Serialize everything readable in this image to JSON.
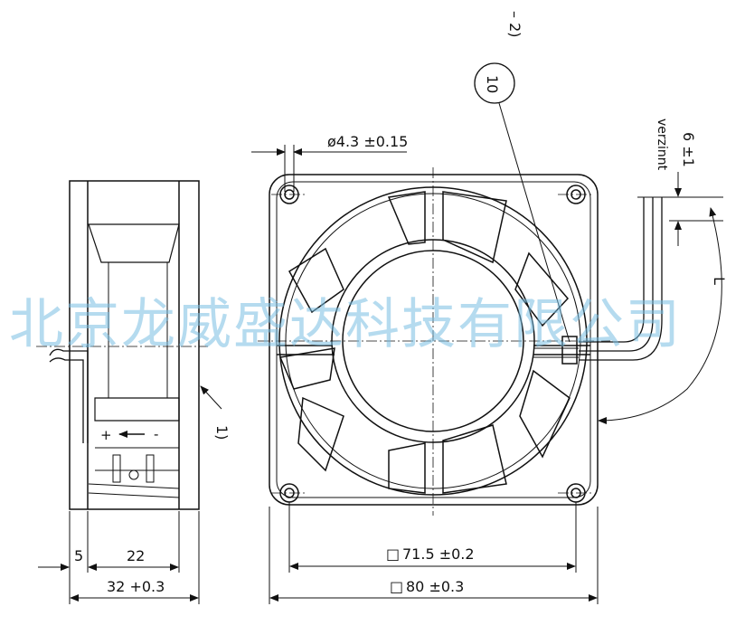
{
  "labels": {
    "hole_dia": "ø4.3 ±0.15",
    "callout_10": "10",
    "callout_2": "– 2)",
    "callout_1": "1)",
    "wire_strip": "6 ±1",
    "tin_note": "verzinnt",
    "lead_length": "L",
    "hole_spacing": "71.5 ±0.2",
    "outer_size": "80 ±0.3",
    "depth_total": "32 +0.3",
    "depth_body": "22",
    "depth_front": "5",
    "polarity_plus": "+",
    "polarity_minus": "-",
    "square_symbol": "□"
  },
  "watermark": "北京龙威盛达科技有限公司"
}
